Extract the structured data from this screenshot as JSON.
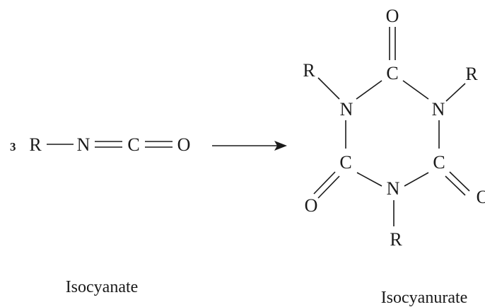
{
  "reactant": {
    "coefficient": "3",
    "atoms": {
      "r": "R",
      "n": "N",
      "c": "C",
      "o": "O"
    },
    "caption": "Isocyanate"
  },
  "product": {
    "atoms": {
      "c_top": "C",
      "o_top": "O",
      "n_left": "N",
      "n_right": "N",
      "r_left": "R",
      "r_right": "R",
      "c_left": "C",
      "c_right": "C",
      "o_left": "O",
      "o_right": "O",
      "n_bottom": "N",
      "r_bottom": "R"
    },
    "caption": "Isocyanurate"
  }
}
